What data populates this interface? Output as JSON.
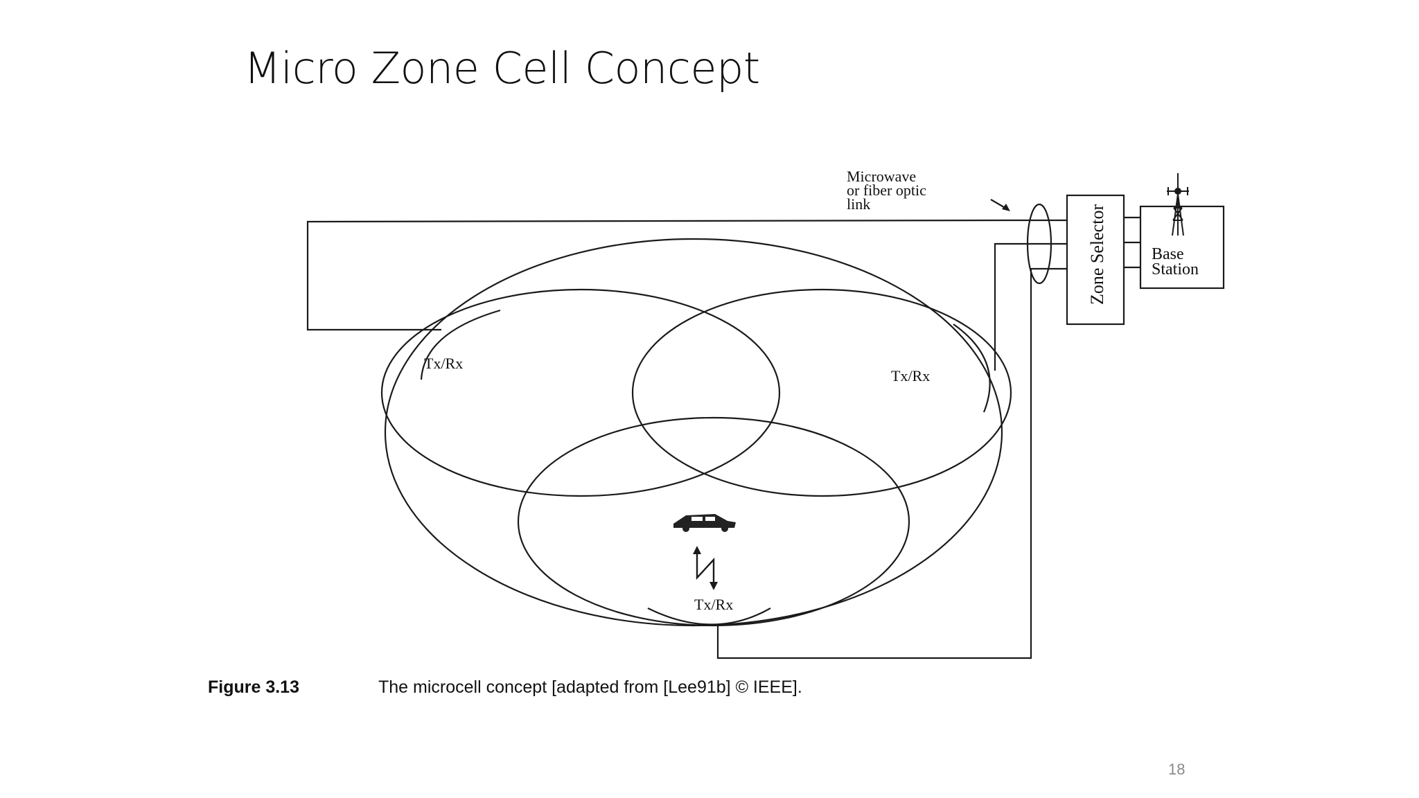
{
  "slide": {
    "title": "Micro Zone Cell Concept",
    "page_number": "18"
  },
  "diagram": {
    "link_label": [
      "Microwave",
      "or fiber optic",
      "link"
    ],
    "zone_selector_label": "Zone Selector",
    "base_station_label": [
      "Base",
      "Station"
    ],
    "zone_labels": {
      "left": "Tx/Rx",
      "right": "Tx/Rx",
      "bottom": "Tx/Rx"
    },
    "caption": {
      "number": "Figure 3.13",
      "text": "The microcell concept [adapted from [Lee91b] © IEEE]."
    },
    "line_color": "#1a1a1a"
  }
}
